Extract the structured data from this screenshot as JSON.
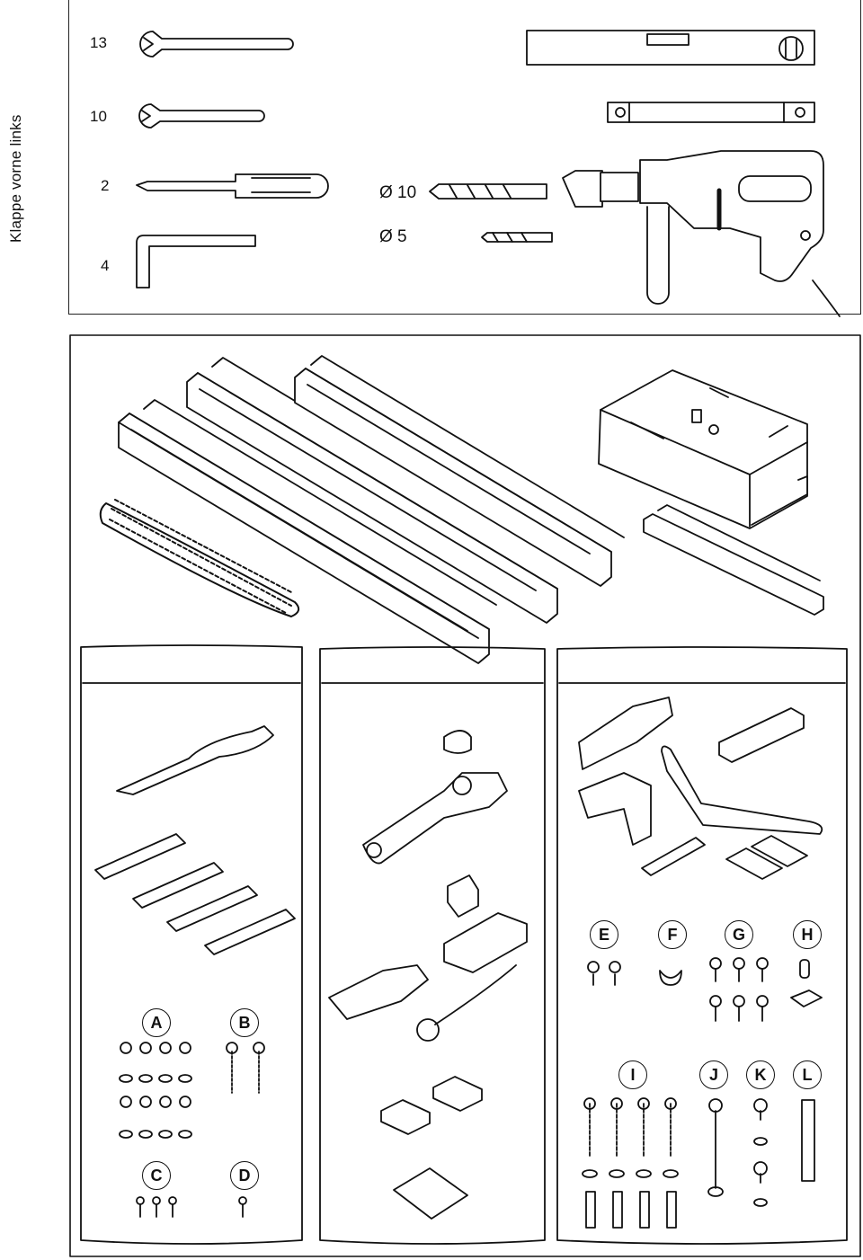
{
  "side_caption": "Klappe vorne links",
  "tools": {
    "wrench_13": "13",
    "wrench_10": "10",
    "screwdriver": "2",
    "hex_key": "4"
  },
  "drill_bits": {
    "bit_10": "Ø 10",
    "bit_5": "Ø 5"
  },
  "part_labels": {
    "A": "A",
    "B": "B",
    "C": "C",
    "D": "D",
    "E": "E",
    "F": "F",
    "G": "G",
    "H": "H",
    "I": "I",
    "J": "J",
    "K": "K",
    "L": "L"
  }
}
